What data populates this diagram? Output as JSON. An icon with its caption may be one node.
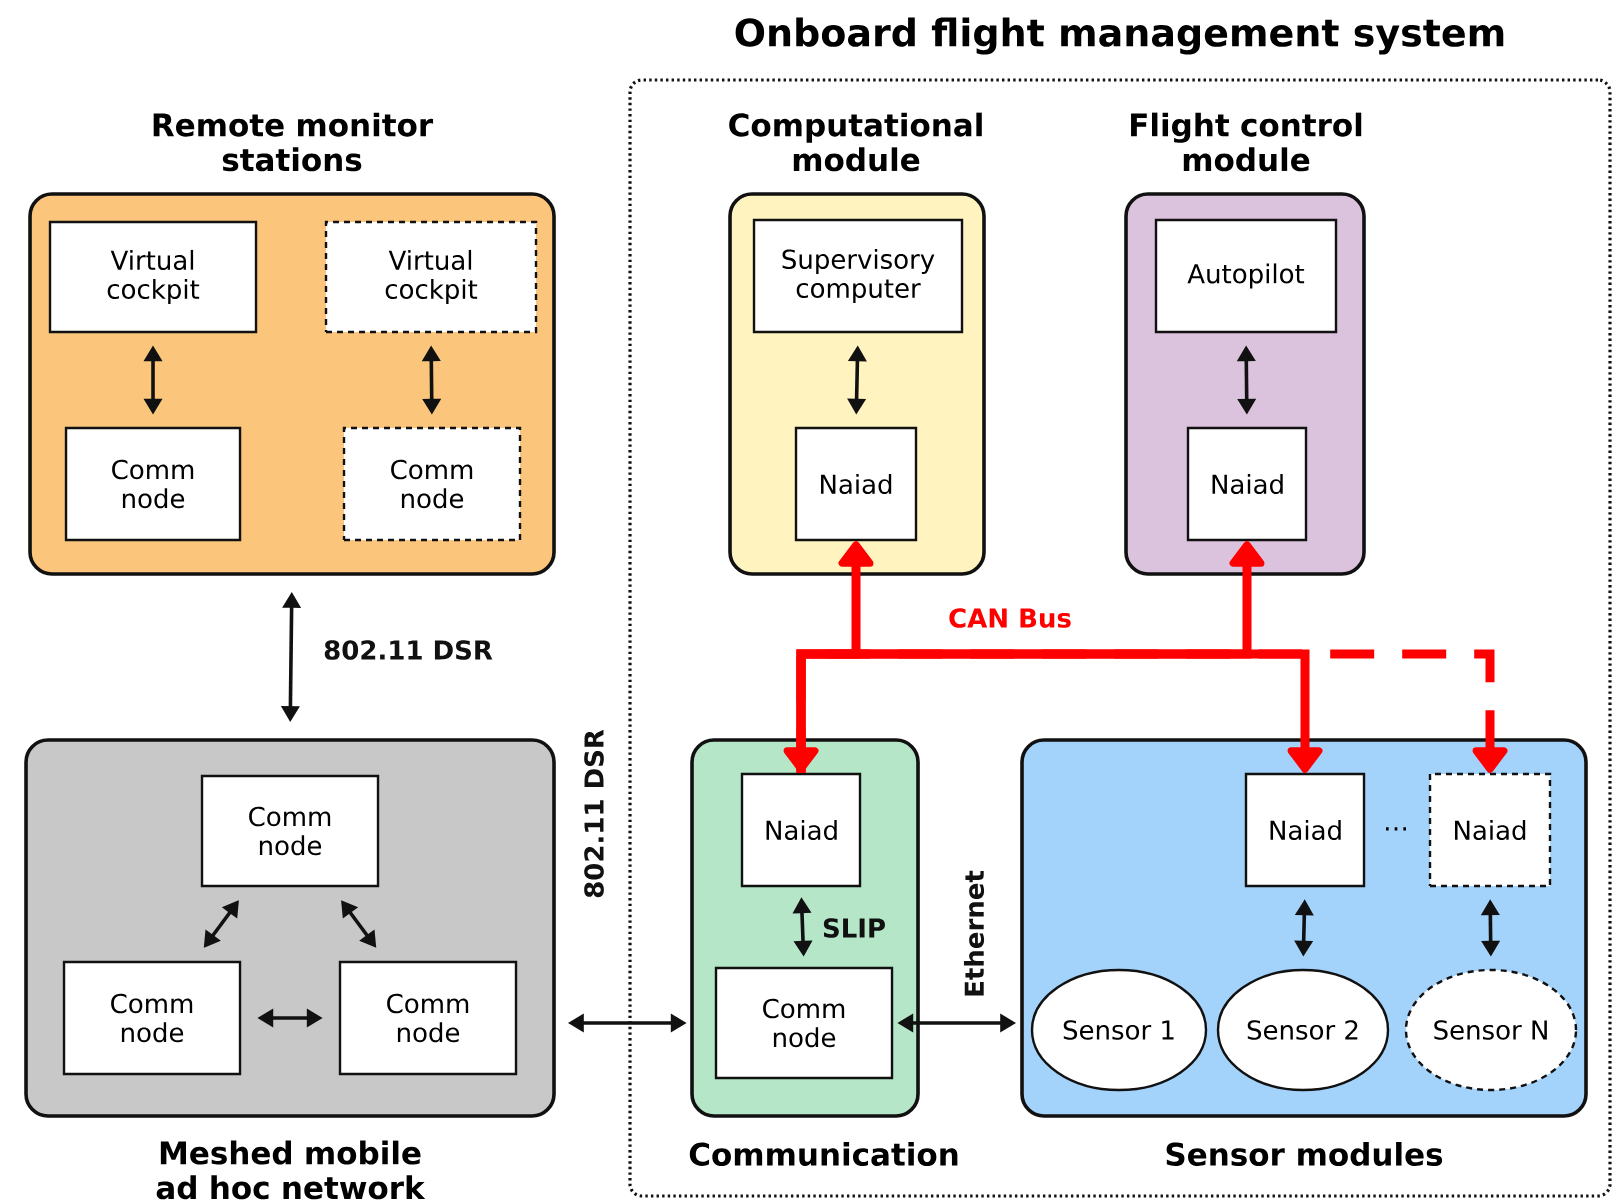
{
  "diagram": {
    "nodes": [
      {
        "text": [
          "Onboard flight management system"
        ]
      },
      {
        "text": [
          "Remote monitor stations"
        ]
      },
      {
        "text": [
          "Virtual cockpit"
        ],
        "in": 1
      },
      {
        "text": [
          "Virtual cockpit"
        ],
        "in": 1
      },
      {
        "text": [
          "Comm node"
        ],
        "in": 1
      },
      {
        "text": [
          "Comm node"
        ],
        "in": 1
      },
      {
        "text": [
          "Meshed mobile ad hoc network"
        ]
      },
      {
        "text": [
          "Comm node"
        ],
        "in": 6
      },
      {
        "text": [
          "Comm node"
        ],
        "in": 6
      },
      {
        "text": [
          "Comm node"
        ],
        "in": 6
      },
      {
        "text": [
          "Computational module"
        ],
        "in": 0
      },
      {
        "text": [
          "Supervisory computer"
        ],
        "in": 10
      },
      {
        "text": [
          "Naiad"
        ],
        "in": 10
      },
      {
        "text": [
          "Flight control module"
        ],
        "in": 0
      },
      {
        "text": [
          "Autopilot"
        ],
        "in": 13
      },
      {
        "text": [
          "Naiad"
        ],
        "in": 13
      },
      {
        "text": [
          "Communication"
        ],
        "in": 0
      },
      {
        "text": [
          "Naiad"
        ],
        "in": 16
      },
      {
        "text": [
          "Comm node"
        ],
        "in": 16
      },
      {
        "text": [
          "Sensor modules"
        ],
        "in": 0
      },
      {
        "text": [
          "Naiad"
        ],
        "in": 19
      },
      {
        "text": [
          "Naiad"
        ],
        "in": 19
      },
      {
        "text": [
          "Sensor 1"
        ],
        "in": 19
      },
      {
        "text": [
          "Sensor 2"
        ],
        "in": 19
      },
      {
        "text": [
          "Sensor N"
        ],
        "in": 19
      }
    ],
    "edges": [
      {
        "from": 2,
        "to": 4,
        "arrow": "both"
      },
      {
        "from": 3,
        "to": 5,
        "arrow": "both"
      },
      {
        "from": 1,
        "to": 6,
        "arrow": "both",
        "label": "802.11 DSR"
      },
      {
        "from": 7,
        "to": 8,
        "arrow": "both"
      },
      {
        "from": 7,
        "to": 9,
        "arrow": "both"
      },
      {
        "from": 8,
        "to": 9,
        "arrow": "both"
      },
      {
        "from": 6,
        "to": 18,
        "arrow": "both",
        "label": "802.11 DSR"
      },
      {
        "from": 11,
        "to": 12,
        "arrow": "both"
      },
      {
        "from": 14,
        "to": 15,
        "arrow": "both"
      },
      {
        "from": 17,
        "to": 18,
        "arrow": "both",
        "label": "SLIP"
      },
      {
        "from": 18,
        "to": 19,
        "arrow": "both",
        "label": "Ethernet"
      },
      {
        "from": 20,
        "to": 23,
        "arrow": "both"
      },
      {
        "from": 21,
        "to": 24,
        "arrow": "both"
      },
      {
        "from": 17,
        "to": 12,
        "arrow": "both",
        "style": "thick",
        "color": "#ff0000"
      },
      {
        "from": 17,
        "to": 15,
        "arrow": "to",
        "label": "CAN Bus",
        "style": "thick",
        "color": "#ff0000"
      },
      {
        "from": 17,
        "to": 20,
        "arrow": "to",
        "style": "thick",
        "color": "#ff0000"
      },
      {
        "from": 17,
        "to": 21,
        "arrow": "to",
        "style": "dashed",
        "color": "#ff0000"
      }
    ],
    "labels": [
      "⋯"
    ]
  }
}
